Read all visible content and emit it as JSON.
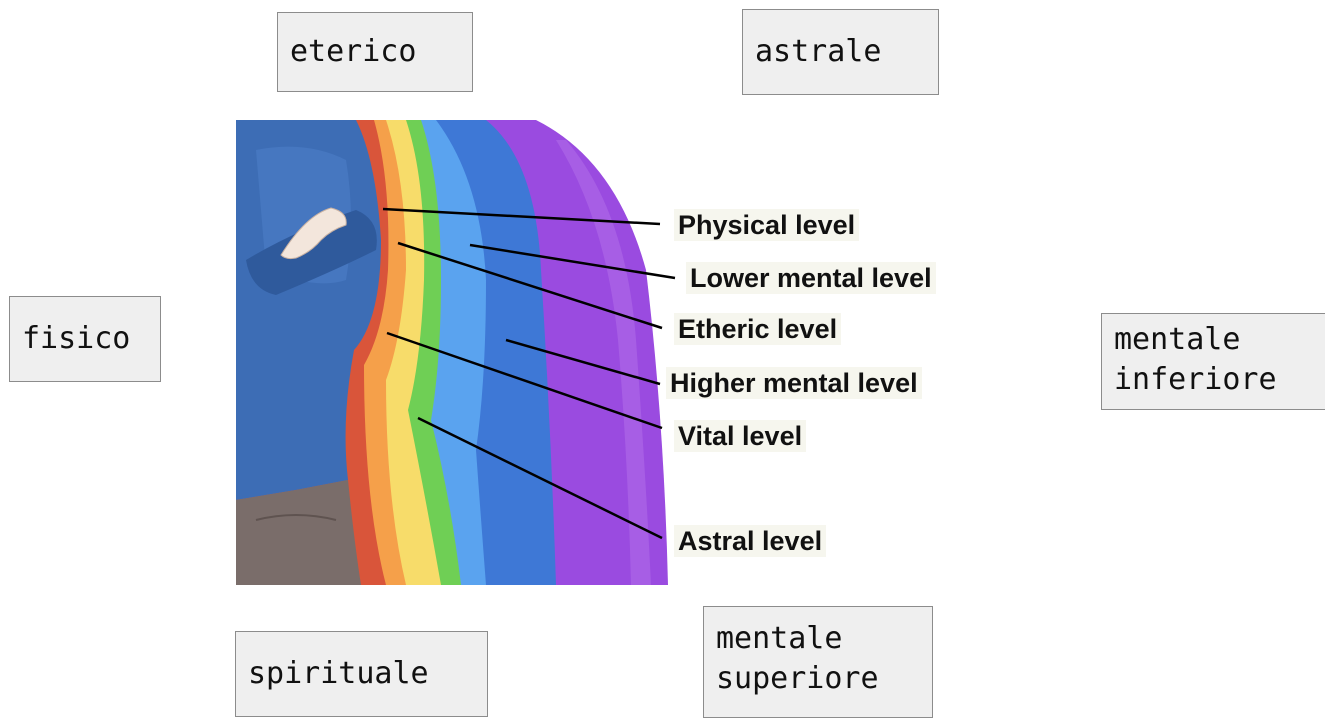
{
  "tiles": {
    "eterico": "eterico",
    "astrale": "astrale",
    "fisico": "fisico",
    "mentale_inferiore": "mentale\ninferiore",
    "spirituale": "spirituale",
    "mentale_superiore": "mentale\nsuperiore"
  },
  "diagram": {
    "labels": {
      "physical": "Physical level",
      "lower_mental": "Lower mental level",
      "etheric": "Etheric level",
      "higher_mental": "Higher mental level",
      "vital": "Vital level",
      "astral": "Astral level"
    },
    "colors": {
      "person_shirt": "#3d6db5",
      "trousers": "#7a6d6a",
      "red_band": "#d9553a",
      "orange_band": "#f5a04a",
      "yellow_band": "#f7dc6a",
      "green_band": "#6fcf55",
      "light_blue_band": "#5aa3ef",
      "blue_band": "#3e78d6",
      "violet_band": "#9a4be0"
    }
  }
}
